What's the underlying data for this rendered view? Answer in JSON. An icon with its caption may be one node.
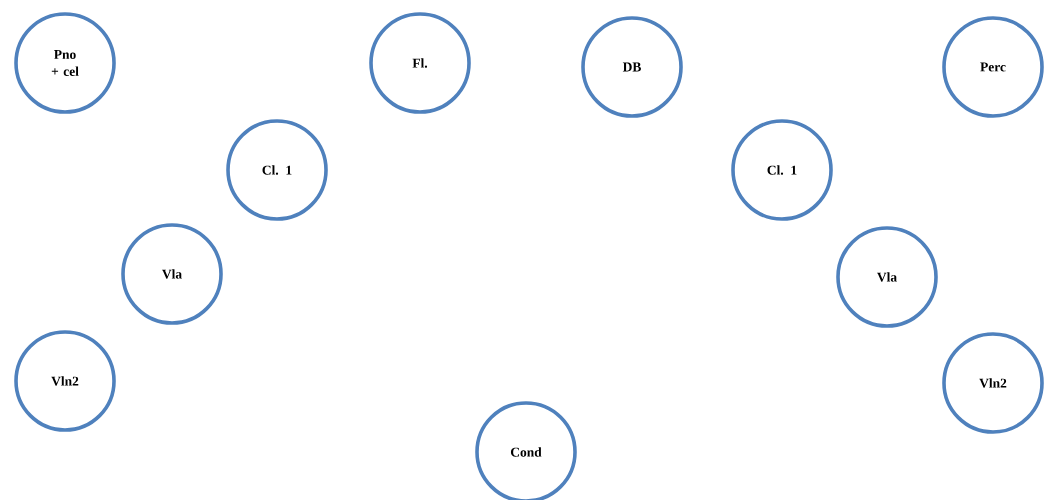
{
  "diagram": {
    "nodes": [
      {
        "text": [
          "Pno + cel"
        ]
      },
      {
        "text": [
          "Fl."
        ]
      },
      {
        "text": [
          "DB"
        ]
      },
      {
        "text": [
          "Perc"
        ]
      },
      {
        "text": [
          "Cl. 1"
        ]
      },
      {
        "text": [
          "Cl. 1"
        ]
      },
      {
        "text": [
          "Vla"
        ]
      },
      {
        "text": [
          "Vla"
        ]
      },
      {
        "text": [
          "Vln2"
        ]
      },
      {
        "text": [
          "Vln2"
        ]
      },
      {
        "text": [
          "Cond"
        ]
      }
    ]
  }
}
